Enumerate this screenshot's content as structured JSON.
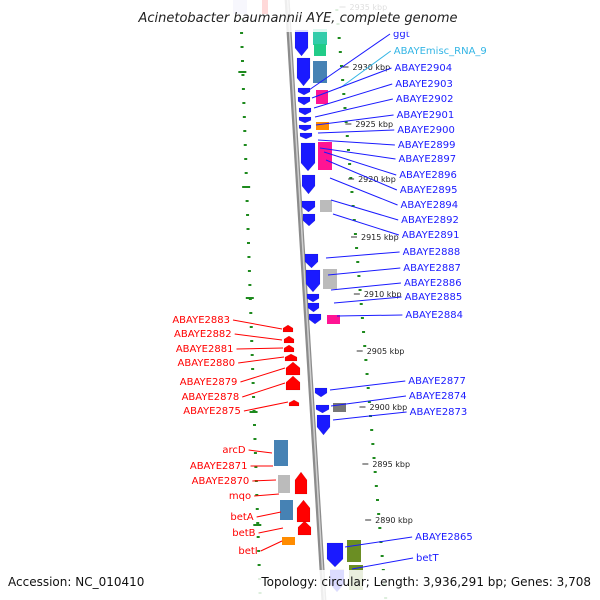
{
  "title": "Acinetobacter baumannii AYE, complete genome",
  "accession_text": "Accession: NC_010410",
  "topology_text": "Topology: circular; Length: 3,936,291 bp; Genes: 3,708",
  "colors": {
    "forward": "#1a1aff",
    "reverse": "#ff0000",
    "ticks": "#1e8a1e",
    "backbone": "#8c8c8c",
    "misc_rna": "#33b5e5"
  },
  "scale_ticks": [
    "2935 kbp",
    "2930 kbp",
    "2925 kbp",
    "2920 kbp",
    "2915 kbp",
    "2910 kbp",
    "2905 kbp",
    "2900 kbp",
    "2895 kbp",
    "2890 kbp"
  ],
  "forward_genes": [
    "ggt",
    "ABAYEmisc_RNA_9",
    "ABAYE2904",
    "ABAYE2903",
    "ABAYE2902",
    "ABAYE2901",
    "ABAYE2900",
    "ABAYE2899",
    "ABAYE2897",
    "ABAYE2896",
    "ABAYE2895",
    "ABAYE2894",
    "ABAYE2892",
    "ABAYE2891",
    "ABAYE2888",
    "ABAYE2887",
    "ABAYE2886",
    "ABAYE2885",
    "ABAYE2884",
    "ABAYE2877",
    "ABAYE2874",
    "ABAYE2873",
    "ABAYE2865",
    "betT"
  ],
  "reverse_genes": [
    "ABAYE2883",
    "ABAYE2882",
    "ABAYE2881",
    "ABAYE2880",
    "ABAYE2879",
    "ABAYE2878",
    "ABAYE2875",
    "arcD",
    "ABAYE2871",
    "ABAYE2870",
    "mqo",
    "betA",
    "betB",
    "betI"
  ]
}
